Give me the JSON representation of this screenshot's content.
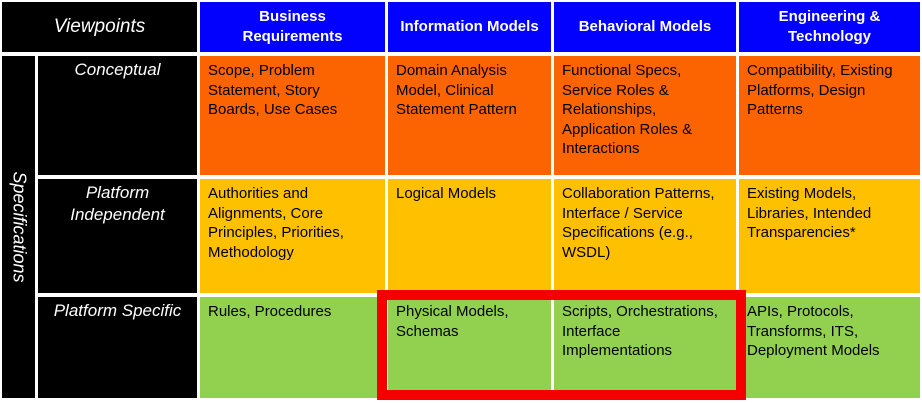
{
  "colors": {
    "blue": "#0101FD",
    "black": "#000000",
    "orange": "#FB6400",
    "yellow": "#FFC000",
    "green": "#92D050",
    "red": "#F40000"
  },
  "header": {
    "corner_label": "Viewpoints"
  },
  "side_label": "Specifications",
  "columns": [
    "Business Requirements",
    "Information Models",
    "Behavioral Models",
    "Engineering & Technology"
  ],
  "rows": [
    {
      "label": "Conceptual",
      "cells": [
        "Scope, Problem Statement, Story Boards, Use Cases",
        "Domain Analysis Model, Clinical Statement Pattern",
        "Functional Specs, Service Roles & Relationships, Application Roles & Interactions",
        "Compatibility, Existing Platforms, Design Patterns"
      ]
    },
    {
      "label": "Platform Independent",
      "cells": [
        "Authorities and Alignments, Core Principles, Priorities, Methodology",
        "Logical Models",
        "Collaboration Patterns, Interface / Service Specifications (e.g., WSDL)",
        "Existing Models, Libraries, Intended Transparencies*"
      ]
    },
    {
      "label": "Platform Specific",
      "cells": [
        "Rules, Procedures",
        "Physical Models, Schemas",
        "Scripts, Orchestrations, Interface Implementations",
        "APIs, Protocols, Transforms, ITS, Deployment Models"
      ]
    }
  ],
  "highlight": {
    "row": "Platform Specific",
    "columns": [
      "Information Models",
      "Behavioral Models"
    ]
  }
}
